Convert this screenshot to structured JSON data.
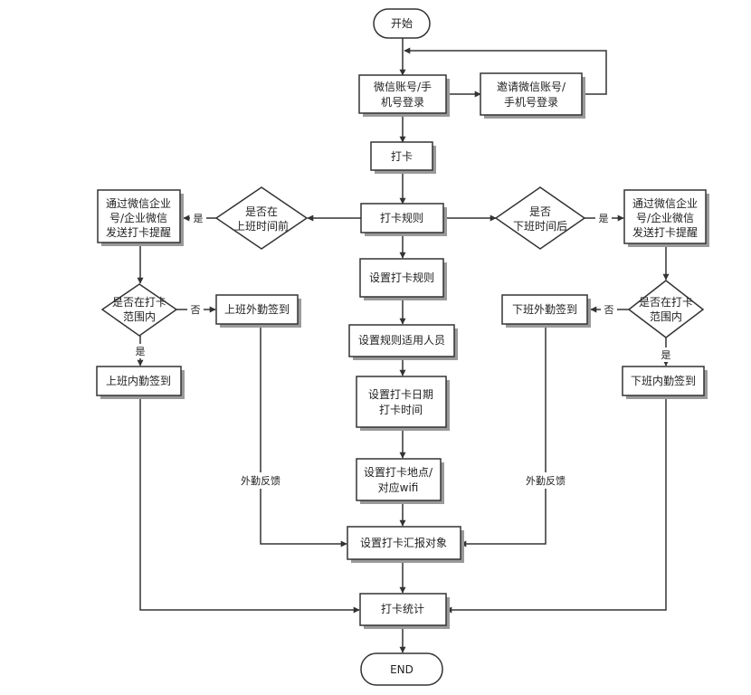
{
  "nodes": {
    "start": "开始",
    "login": [
      "微信账号/手",
      "机号登录"
    ],
    "invite_login": [
      "邀请微信账号/",
      "手机号登录"
    ],
    "clock_in": "打卡",
    "clock_rule": "打卡规则",
    "before_work_check": [
      "是否在",
      "上班时间前"
    ],
    "after_work_check": [
      "是否",
      "下班时间后"
    ],
    "notify_left": [
      "通过微信企业",
      "号/企业微信",
      "发送打卡提醒"
    ],
    "notify_right": [
      "通过微信企业",
      "号/企业微信",
      "发送打卡提醒"
    ],
    "range_check_left": [
      "是否在打卡",
      "范围内"
    ],
    "range_check_right": [
      "是否在打卡",
      "范围内"
    ],
    "onwork_outside": "上班外勤签到",
    "offwork_outside": "下班外勤签到",
    "onwork_inside": "上班内勤签到",
    "offwork_inside": "下班内勤签到",
    "set_rule": "设置打卡规则",
    "set_people": "设置规则适用人员",
    "set_datetime": [
      "设置打卡日期",
      "打卡时间"
    ],
    "set_location": [
      "设置打卡地点/",
      "对应wifi"
    ],
    "set_report_target": "设置打卡汇报对象",
    "stats": "打卡统计",
    "end": "END"
  },
  "edge_labels": {
    "yes": "是",
    "no": "否",
    "outside_feedback": "外勤反馈"
  },
  "colors": {
    "stroke": "#333333",
    "shadow": "#9a9a9a",
    "fill": "#ffffff",
    "text": "#222222"
  }
}
